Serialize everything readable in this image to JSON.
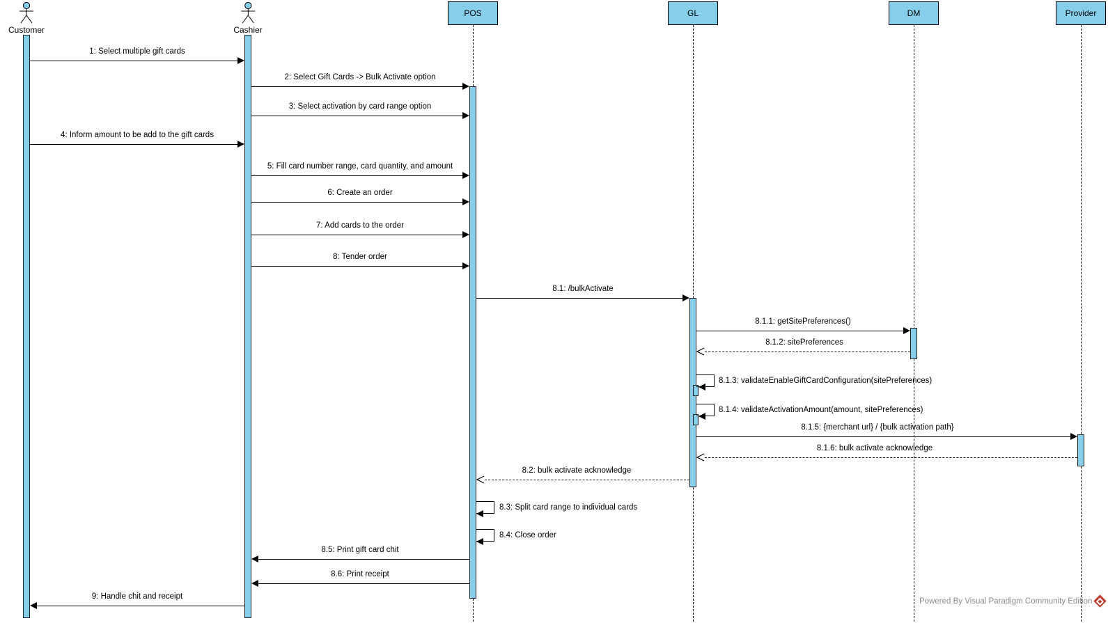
{
  "diagram": {
    "type": "uml-sequence-diagram",
    "watermark": "Powered By Visual Paradigm Community Edition",
    "colors": {
      "shape_fill": "#87CEEB",
      "stroke": "#000000",
      "watermark_text": "#8C8C8C",
      "logo_red": "#C0392B"
    },
    "actors": [
      {
        "label": "Customer"
      },
      {
        "label": "Cashier"
      }
    ],
    "participants": [
      {
        "label": "POS"
      },
      {
        "label": "GL"
      },
      {
        "label": "DM"
      },
      {
        "label": "Provider"
      }
    ],
    "messages": [
      {
        "label": "1: Select multiple gift cards",
        "from": "Customer",
        "to": "Cashier",
        "type": "sync"
      },
      {
        "label": "2: Select Gift Cards -> Bulk Activate option",
        "from": "Cashier",
        "to": "POS",
        "type": "sync"
      },
      {
        "label": "3: Select activation by card range option",
        "from": "Cashier",
        "to": "POS",
        "type": "sync"
      },
      {
        "label": "4: Inform amount to be add to the gift cards",
        "from": "Customer",
        "to": "Cashier",
        "type": "sync"
      },
      {
        "label": "5: Fill card number range, card quantity, and amount",
        "from": "Cashier",
        "to": "POS",
        "type": "sync"
      },
      {
        "label": "6: Create an order",
        "from": "Cashier",
        "to": "POS",
        "type": "sync"
      },
      {
        "label": "7: Add cards to the order",
        "from": "Cashier",
        "to": "POS",
        "type": "sync"
      },
      {
        "label": "8: Tender order",
        "from": "Cashier",
        "to": "POS",
        "type": "sync"
      },
      {
        "label": "8.1: /bulkActivate",
        "from": "POS",
        "to": "GL",
        "type": "sync"
      },
      {
        "label": "8.1.1: getSitePreferences()",
        "from": "GL",
        "to": "DM",
        "type": "sync"
      },
      {
        "label": "8.1.2: sitePreferences",
        "from": "DM",
        "to": "GL",
        "type": "return"
      },
      {
        "label": "8.1.3: validateEnableGiftCardConfiguration(sitePreferences)",
        "from": "GL",
        "to": "GL",
        "type": "self"
      },
      {
        "label": "8.1.4: validateActivationAmount(amount, sitePreferences)",
        "from": "GL",
        "to": "GL",
        "type": "self"
      },
      {
        "label": "8.1.5: {merchant url} / {bulk activation path}",
        "from": "GL",
        "to": "Provider",
        "type": "sync"
      },
      {
        "label": "8.1.6: bulk activate acknowledge",
        "from": "Provider",
        "to": "GL",
        "type": "return"
      },
      {
        "label": "8.2: bulk activate acknowledge",
        "from": "GL",
        "to": "POS",
        "type": "return"
      },
      {
        "label": "8.3: Split card range to individual cards",
        "from": "POS",
        "to": "POS",
        "type": "self"
      },
      {
        "label": "8.4: Close order",
        "from": "POS",
        "to": "POS",
        "type": "self"
      },
      {
        "label": "8.5: Print gift card chit",
        "from": "POS",
        "to": "Cashier",
        "type": "sync"
      },
      {
        "label": "8.6: Print receipt",
        "from": "POS",
        "to": "Cashier",
        "type": "sync"
      },
      {
        "label": "9: Handle chit and receipt",
        "from": "Cashier",
        "to": "Customer",
        "type": "sync"
      }
    ]
  }
}
